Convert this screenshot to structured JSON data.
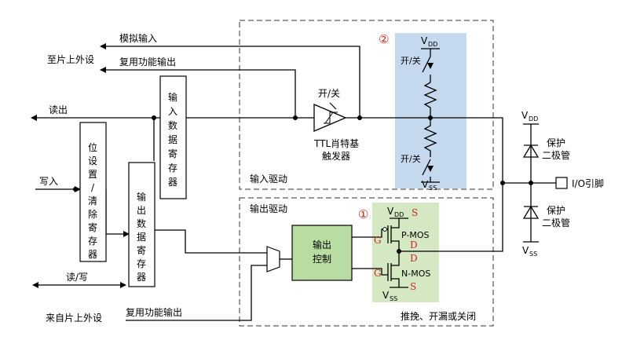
{
  "labels": {
    "analog_input": "模拟输入",
    "to_onchip_peripheral": "至片上外设",
    "alt_func_output_top": "复用功能输出",
    "read_out": "读出",
    "write_in": "写入",
    "read_write": "读/写",
    "from_onchip_peripheral": "来自片上外设",
    "alt_func_output_bottom": "复用功能输出",
    "bit_set_reset_register": [
      "位",
      "设",
      "置",
      "/",
      "清",
      "除",
      "寄",
      "存",
      "器"
    ],
    "input_data_register": [
      "输",
      "入",
      "数",
      "据",
      "寄",
      "存",
      "器"
    ],
    "output_data_register": [
      "输",
      "出",
      "数",
      "据",
      "寄",
      "存",
      "器"
    ],
    "on_off": "开/关",
    "ttl_schmitt_line1": "TTL肖特基",
    "ttl_schmitt_line2": "触发器",
    "input_driver": "输入驱动",
    "output_driver": "输出驱动",
    "circle_2": "②",
    "circle_1": "①",
    "switch_on_off_top": "开/关",
    "switch_on_off_bottom": "开/关",
    "vdd_main": "V",
    "vdd_sub": "DD",
    "vss_main": "V",
    "vss_sub": "SS",
    "output_control_line1": "输出",
    "output_control_line2": "控制",
    "pmos": "P-MOS",
    "nmos": "N-MOS",
    "s_label": "S",
    "d_label": "D",
    "g_label": "G",
    "protect_line1": "保护",
    "protect_line2": "二极管",
    "io_pin": "I/O引脚",
    "push_pull_open_drain": "推挽、开漏或关闭"
  },
  "colors": {
    "pullup_panel": "#c5d9ee",
    "output_panel": "#d4e8c3",
    "output_control_box": "#b9dca3",
    "accent_red": "#d0261f",
    "line": "#000000"
  }
}
